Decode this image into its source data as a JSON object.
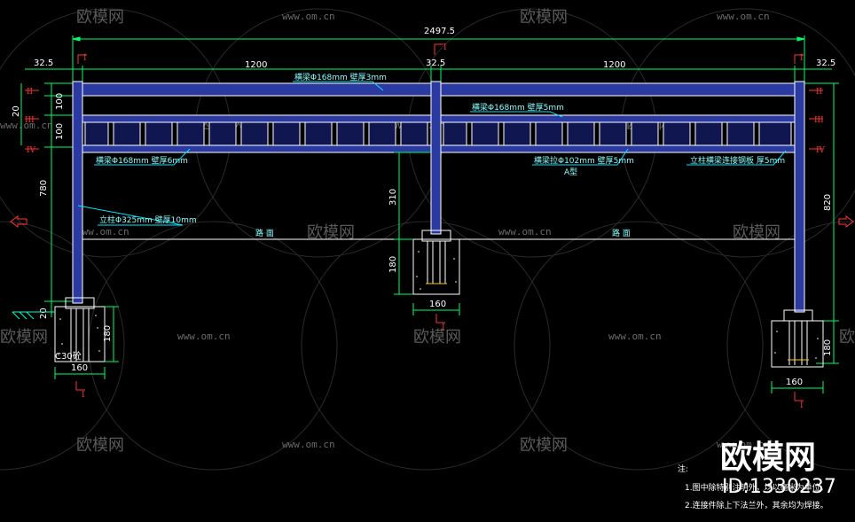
{
  "dimensions": {
    "total_width": "2497.5",
    "left_edge": "32.5",
    "mid_edge": "32.5",
    "right_edge": "32.5",
    "span_left": "1200",
    "span_right": "1200",
    "left_small_20": "20",
    "left_100_a": "100",
    "left_100_b": "100",
    "left_780": "780",
    "right_820": "820",
    "mid_310": "310",
    "mid_180": "180",
    "left_foot_180": "180",
    "right_foot_180": "180",
    "left_ground_20": "20",
    "footing_width_left": "160",
    "footing_width_mid": "160",
    "footing_width_right": "160"
  },
  "labels": {
    "top_rail": "横梁Φ168mm 壁厚3mm",
    "mid_rail": "横梁Φ168mm 壁厚5mm",
    "lower_rail": "横梁Φ168mm 壁厚6mm",
    "inner_rail": "横梁拉Φ102mm 壁厚5mm",
    "inner_rail_sub": "A型",
    "right_connector": "立柱横梁连接钢板 厚5mm",
    "post": "立柱Φ325mm 壁厚10mm",
    "road_left": "路 面",
    "road_right": "路 面",
    "concrete": "C30砼"
  },
  "section_marks": {
    "i_top_left": "I",
    "i_top_mid": "I",
    "i_top_right": "I",
    "i_bottom_left": "I",
    "i_bottom_mid": "I",
    "i_bottom_right": "I",
    "level_II_left": "II",
    "level_III_left": "III",
    "level_IV_left": "IV",
    "level_II_right": "II",
    "level_III_right": "III",
    "level_IV_right": "IV"
  },
  "notes": {
    "heading": "注:",
    "line1": "1.图中除特别注明外，均以毫米为单位。",
    "line2": "2.连接件除上下法兰外，其余均为焊接。"
  },
  "watermark": {
    "brand": "欧模网",
    "url": "www.om.cn",
    "id": "ID:1330237"
  },
  "colors": {
    "background": "#000000",
    "dimension_line": "#00ff66",
    "structure": "#ffffff",
    "rail_fill": "#2a3aa0",
    "annotation": "#00e5ff",
    "marker": "#ff3333",
    "note_text": "#ffffff"
  }
}
